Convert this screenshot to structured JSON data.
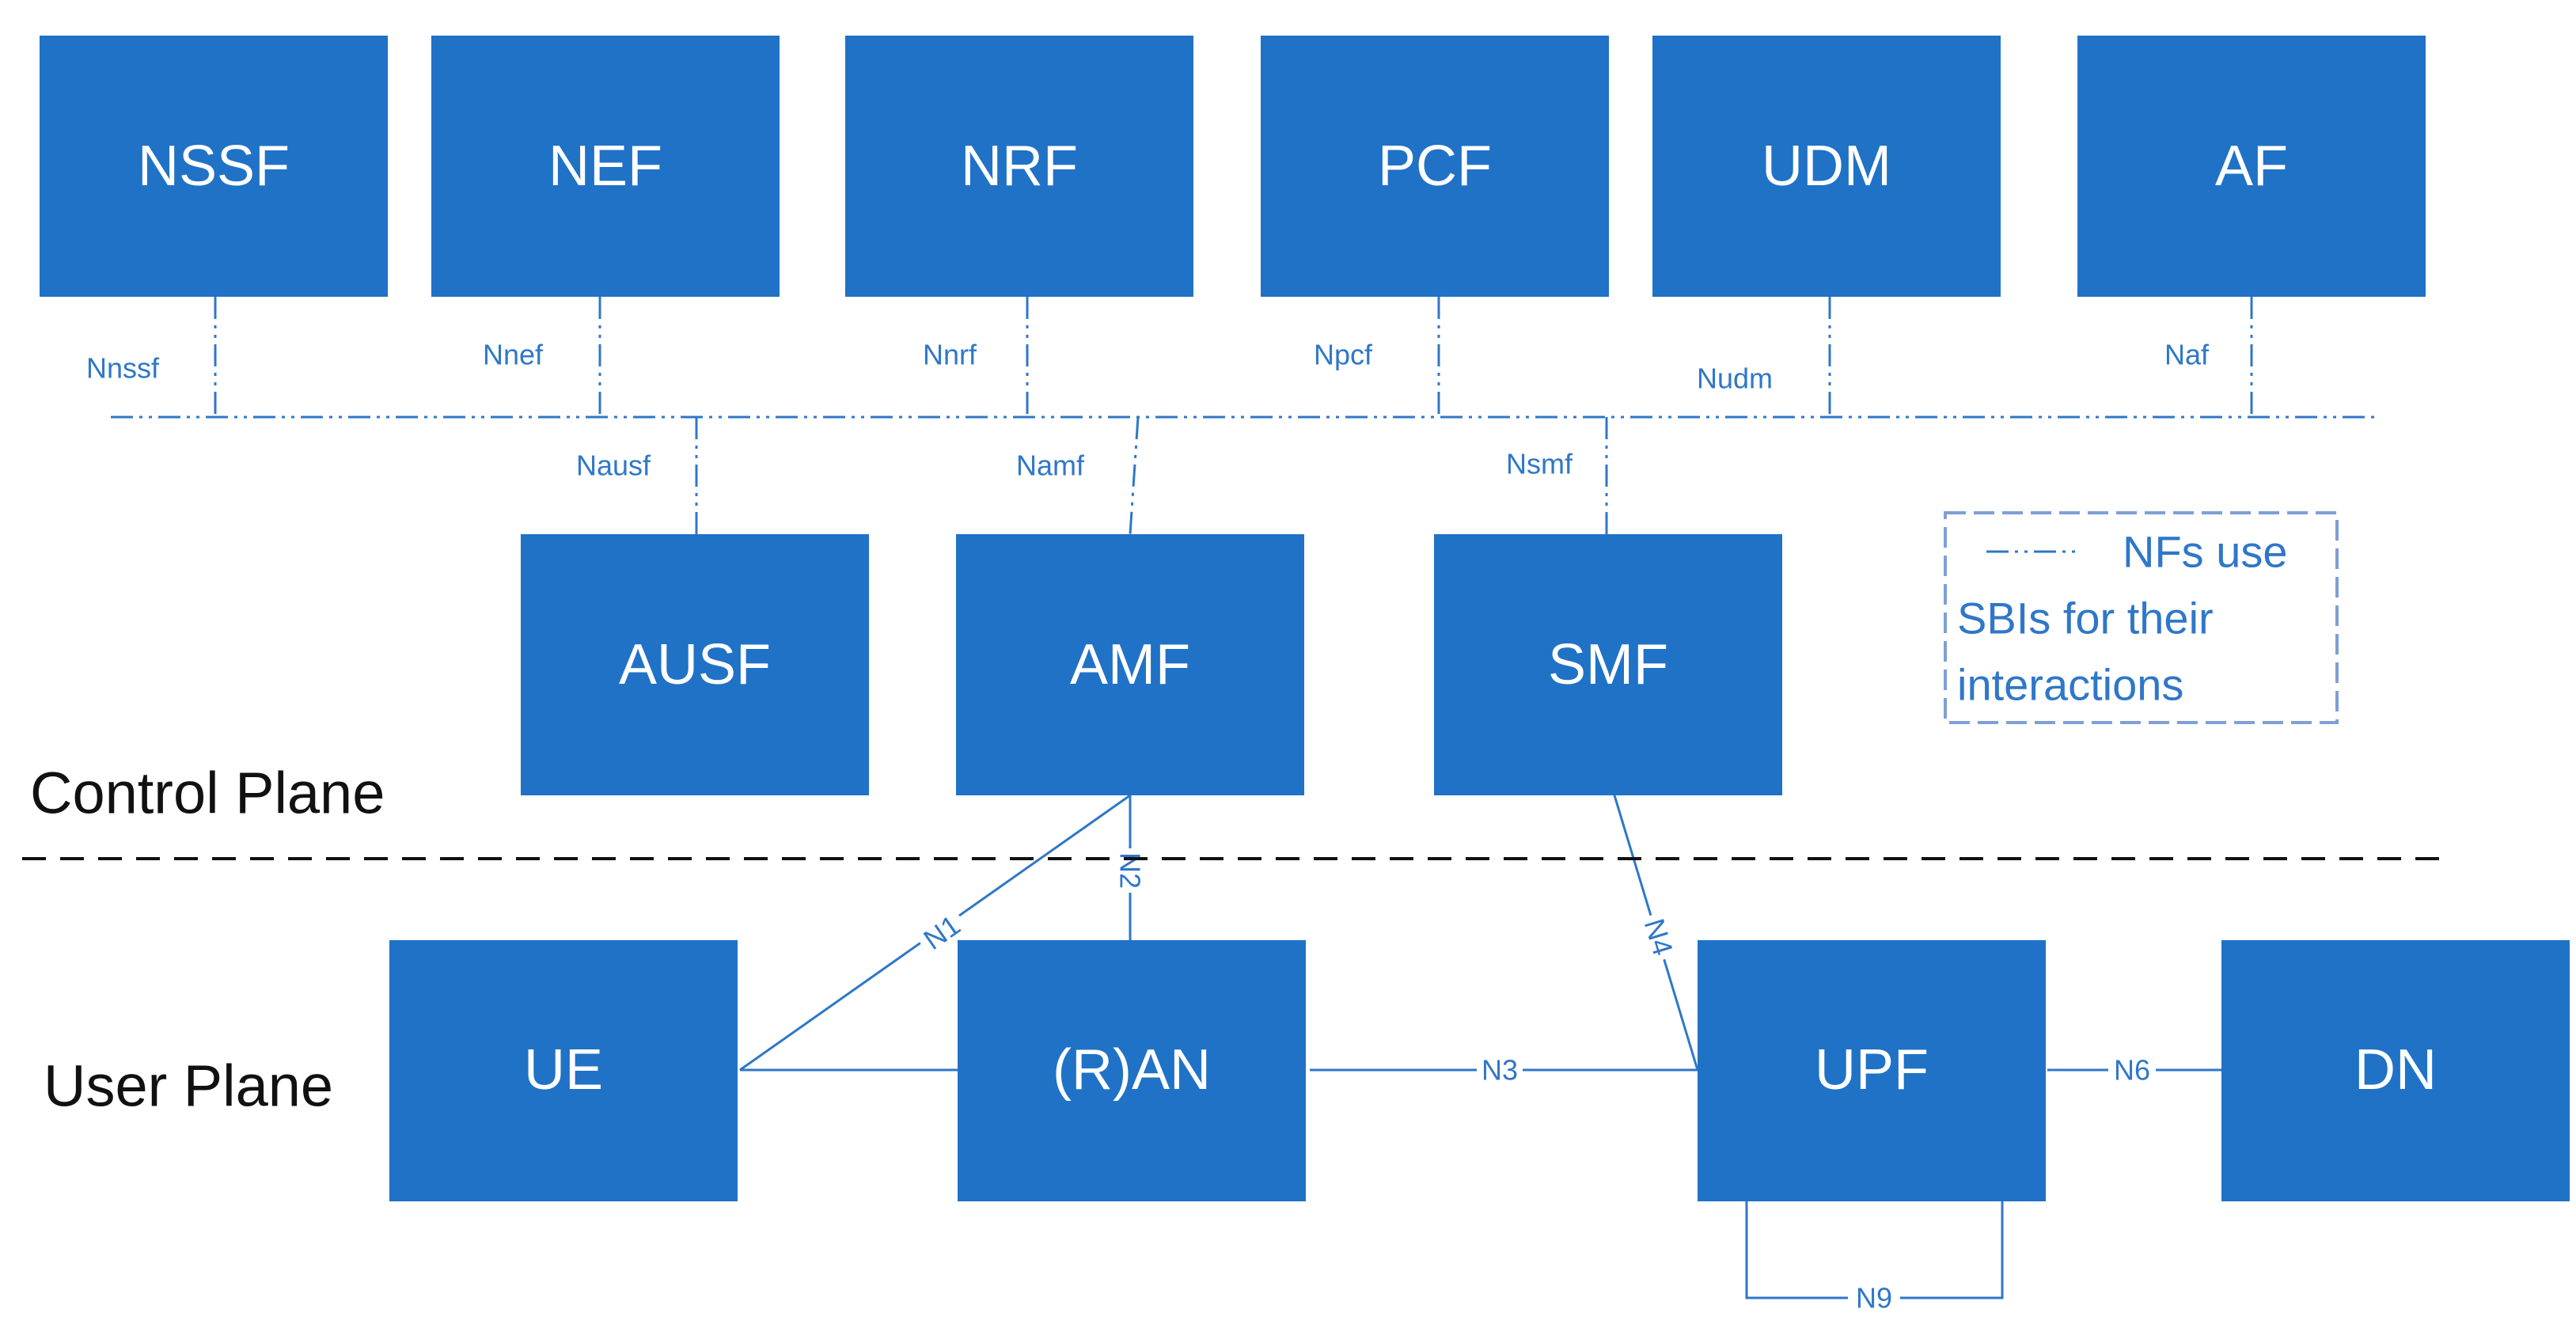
{
  "network_functions": {
    "control_top": [
      "NSSF",
      "NEF",
      "NRF",
      "PCF",
      "UDM",
      "AF"
    ],
    "control_middle": [
      "AUSF",
      "AMF",
      "SMF"
    ],
    "user_plane": [
      "UE",
      "(R)AN",
      "UPF",
      "DN"
    ]
  },
  "service_interfaces": {
    "top": [
      "Nnssf",
      "Nnef",
      "Nnrf",
      "Npcf",
      "Nudm",
      "Naf"
    ],
    "middle": [
      "Nausf",
      "Namf",
      "Nsmf"
    ]
  },
  "reference_points": {
    "n1": "N1",
    "n2": "N2",
    "n3": "N3",
    "n4": "N4",
    "n6": "N6",
    "n9": "N9"
  },
  "planes": {
    "control": "Control Plane",
    "user": "User Plane"
  },
  "legend": {
    "line1": "NFs use",
    "line2": "SBIs for their",
    "line3": "interactions"
  },
  "colors": {
    "box": "#1f72c6",
    "line": "#2f77c8",
    "box_text": "#ffffff"
  }
}
